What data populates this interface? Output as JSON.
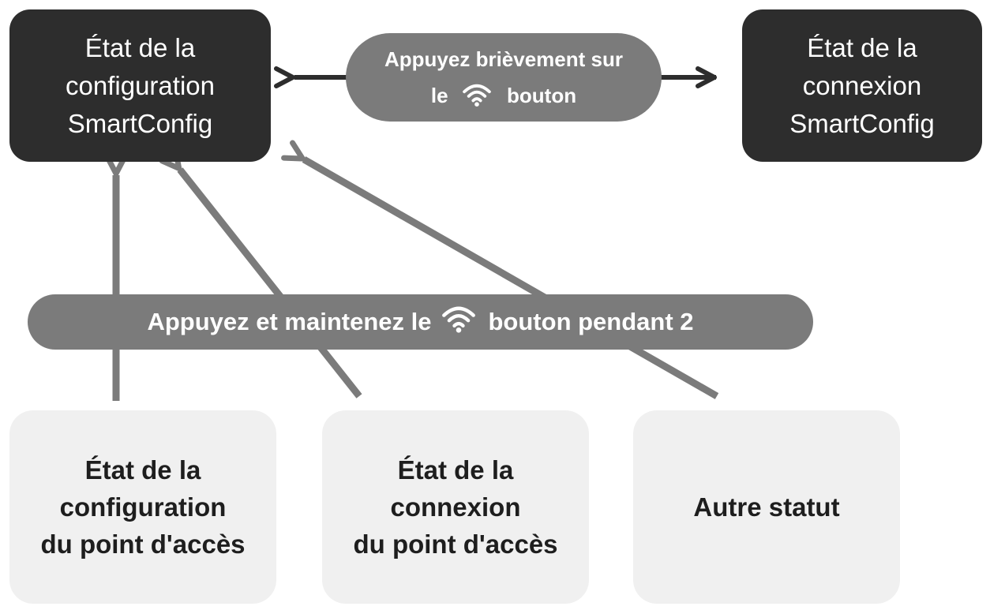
{
  "nodes": {
    "smartconfig_config": {
      "lines": [
        "État de la",
        "configuration",
        "SmartConfig"
      ]
    },
    "smartconfig_connexion": {
      "lines": [
        "État de la",
        "connexion",
        "SmartConfig"
      ]
    },
    "ap_config": {
      "lines": [
        "État de la",
        "configuration",
        "du point d'accès"
      ]
    },
    "ap_connexion": {
      "lines": [
        "État de la",
        "connexion",
        "du point d'accès"
      ]
    },
    "autre": {
      "lines": [
        "Autre statut"
      ]
    }
  },
  "labels": {
    "short_press": {
      "before_icon": "Appuyez brièvement sur",
      "line2_prefix": "le",
      "after_icon": "bouton",
      "icon": "wifi-icon"
    },
    "long_press": {
      "before_icon": "Appuyez et maintenez le",
      "after_icon": "bouton pendant 2",
      "icon": "wifi-icon"
    }
  },
  "colors": {
    "dark_box": "#2d2d2d",
    "light_box": "#f0f0f0",
    "pill": "#7b7b7b",
    "arrow_gray": "#7b7b7b",
    "arrow_dark": "#2d2d2d"
  }
}
